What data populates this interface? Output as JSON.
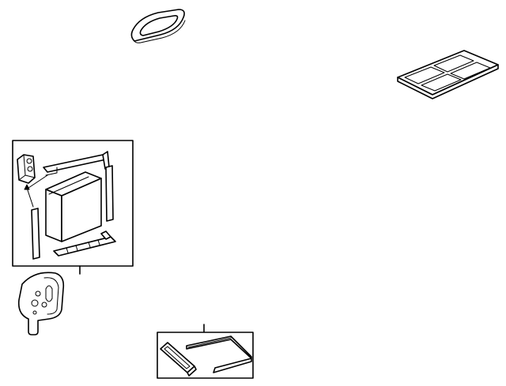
{
  "diagram": {
    "parts": [
      {
        "id": "duct-seal",
        "icon": "rounded-seal-gasket"
      },
      {
        "id": "cabin-filter-frame",
        "icon": "four-pane-filter-frame"
      },
      {
        "id": "evaporator-kit",
        "icon": "evaporator-core-with-seals",
        "boxed": true
      },
      {
        "id": "expansion-valve",
        "icon": "expansion-valve-block"
      },
      {
        "id": "case-seal",
        "icon": "plate-seal-with-ports"
      },
      {
        "id": "seal-kit",
        "icon": "strip-seals",
        "boxed": true
      }
    ],
    "colors": {
      "line": "#000000",
      "background": "#ffffff",
      "fill": "#ffffff",
      "shade": "#e8e8e8"
    }
  }
}
